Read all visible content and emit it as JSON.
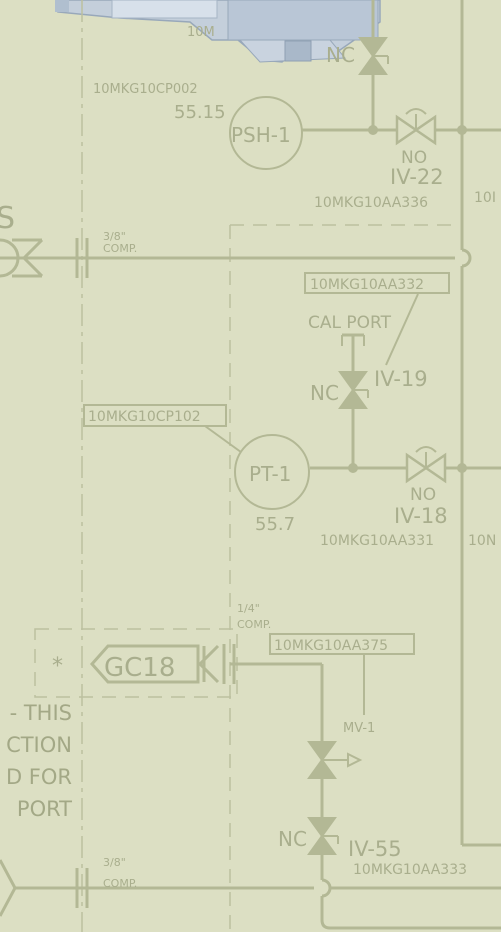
{
  "tags": {
    "cp002": "10MKG10CP002",
    "psh_value": "55.15",
    "psh_label": "PSH-1",
    "iv22_state": "NO",
    "iv22_label": "IV-22",
    "aa336": "10MKG10AA336",
    "aa336_cut": "10I",
    "top_nc": "NC",
    "top_cut": "10M",
    "s_cut": "S",
    "comp1_size": "3/8\"",
    "comp1_type": "COMP.",
    "aa332": "10MKG10AA332",
    "cal_port": "CAL PORT",
    "iv19_state": "NC",
    "iv19_label": "IV-19",
    "cp102": "10MKG10CP102",
    "pt_label": "PT-1",
    "pt_value": "55.7",
    "iv18_state": "NO",
    "iv18_label": "IV-18",
    "aa331": "10MKG10AA331",
    "aa331_cut": "10N",
    "comp2_size": "1/4\"",
    "comp2_type": "COMP.",
    "aa375": "10MKG10AA375",
    "gc18": "GC18",
    "star": "*",
    "mv1": "MV-1",
    "note_line1": "- THIS",
    "note_line2": "CTION",
    "note_line3": "D FOR",
    "note_line4": "PORT",
    "iv55_state": "NC",
    "iv55_label": "IV-55",
    "aa333": "10MKG10AA333",
    "comp3_size": "3/8\"",
    "comp3_type": "COMP."
  },
  "colors": {
    "background": "#dcdfc3",
    "line": "#b3b895",
    "text": "#a9ae8d",
    "equipment_top": "#b9c6d6"
  },
  "icons": [
    "pressure-switch-icon",
    "pressure-transmitter-icon",
    "gate-valve-icon",
    "actuated-valve-icon",
    "compression-fitting-icon",
    "equipment-block-icon"
  ]
}
